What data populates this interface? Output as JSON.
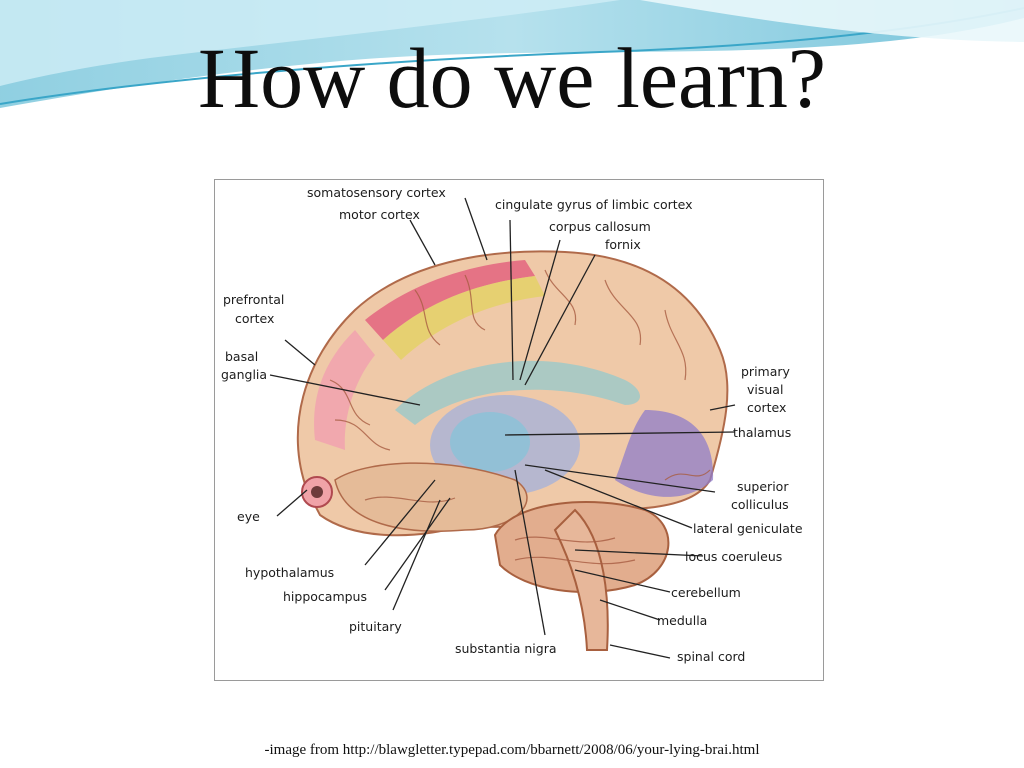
{
  "slide": {
    "title": "How do we learn?",
    "caption": "-image from http://blawgletter.typepad.com/bbarnett/2008/06/your-lying-brai.html"
  },
  "diagram": {
    "labels": {
      "somatosensory_cortex": "somatosensory cortex",
      "motor_cortex": "motor cortex",
      "cingulate_gyrus": "cingulate gyrus of limbic cortex",
      "corpus_callosum": "corpus callosum",
      "fornix": "fornix",
      "prefrontal_cortex_1": "prefrontal",
      "prefrontal_cortex_2": "cortex",
      "basal_ganglia_1": "basal",
      "basal_ganglia_2": "ganglia",
      "primary_visual_cortex_1": "primary",
      "primary_visual_cortex_2": "visual",
      "primary_visual_cortex_3": "cortex",
      "thalamus": "thalamus",
      "superior_colliculus_1": "superior",
      "superior_colliculus_2": "colliculus",
      "eye": "eye",
      "lateral_geniculate": "lateral geniculate",
      "locus_coeruleus": "locus coeruleus",
      "hypothalamus": "hypothalamus",
      "hippocampus": "hippocampus",
      "cerebellum": "cerebellum",
      "medulla": "medulla",
      "pituitary": "pituitary",
      "substantia_nigra": "substantia nigra",
      "spinal_cord": "spinal cord"
    }
  }
}
